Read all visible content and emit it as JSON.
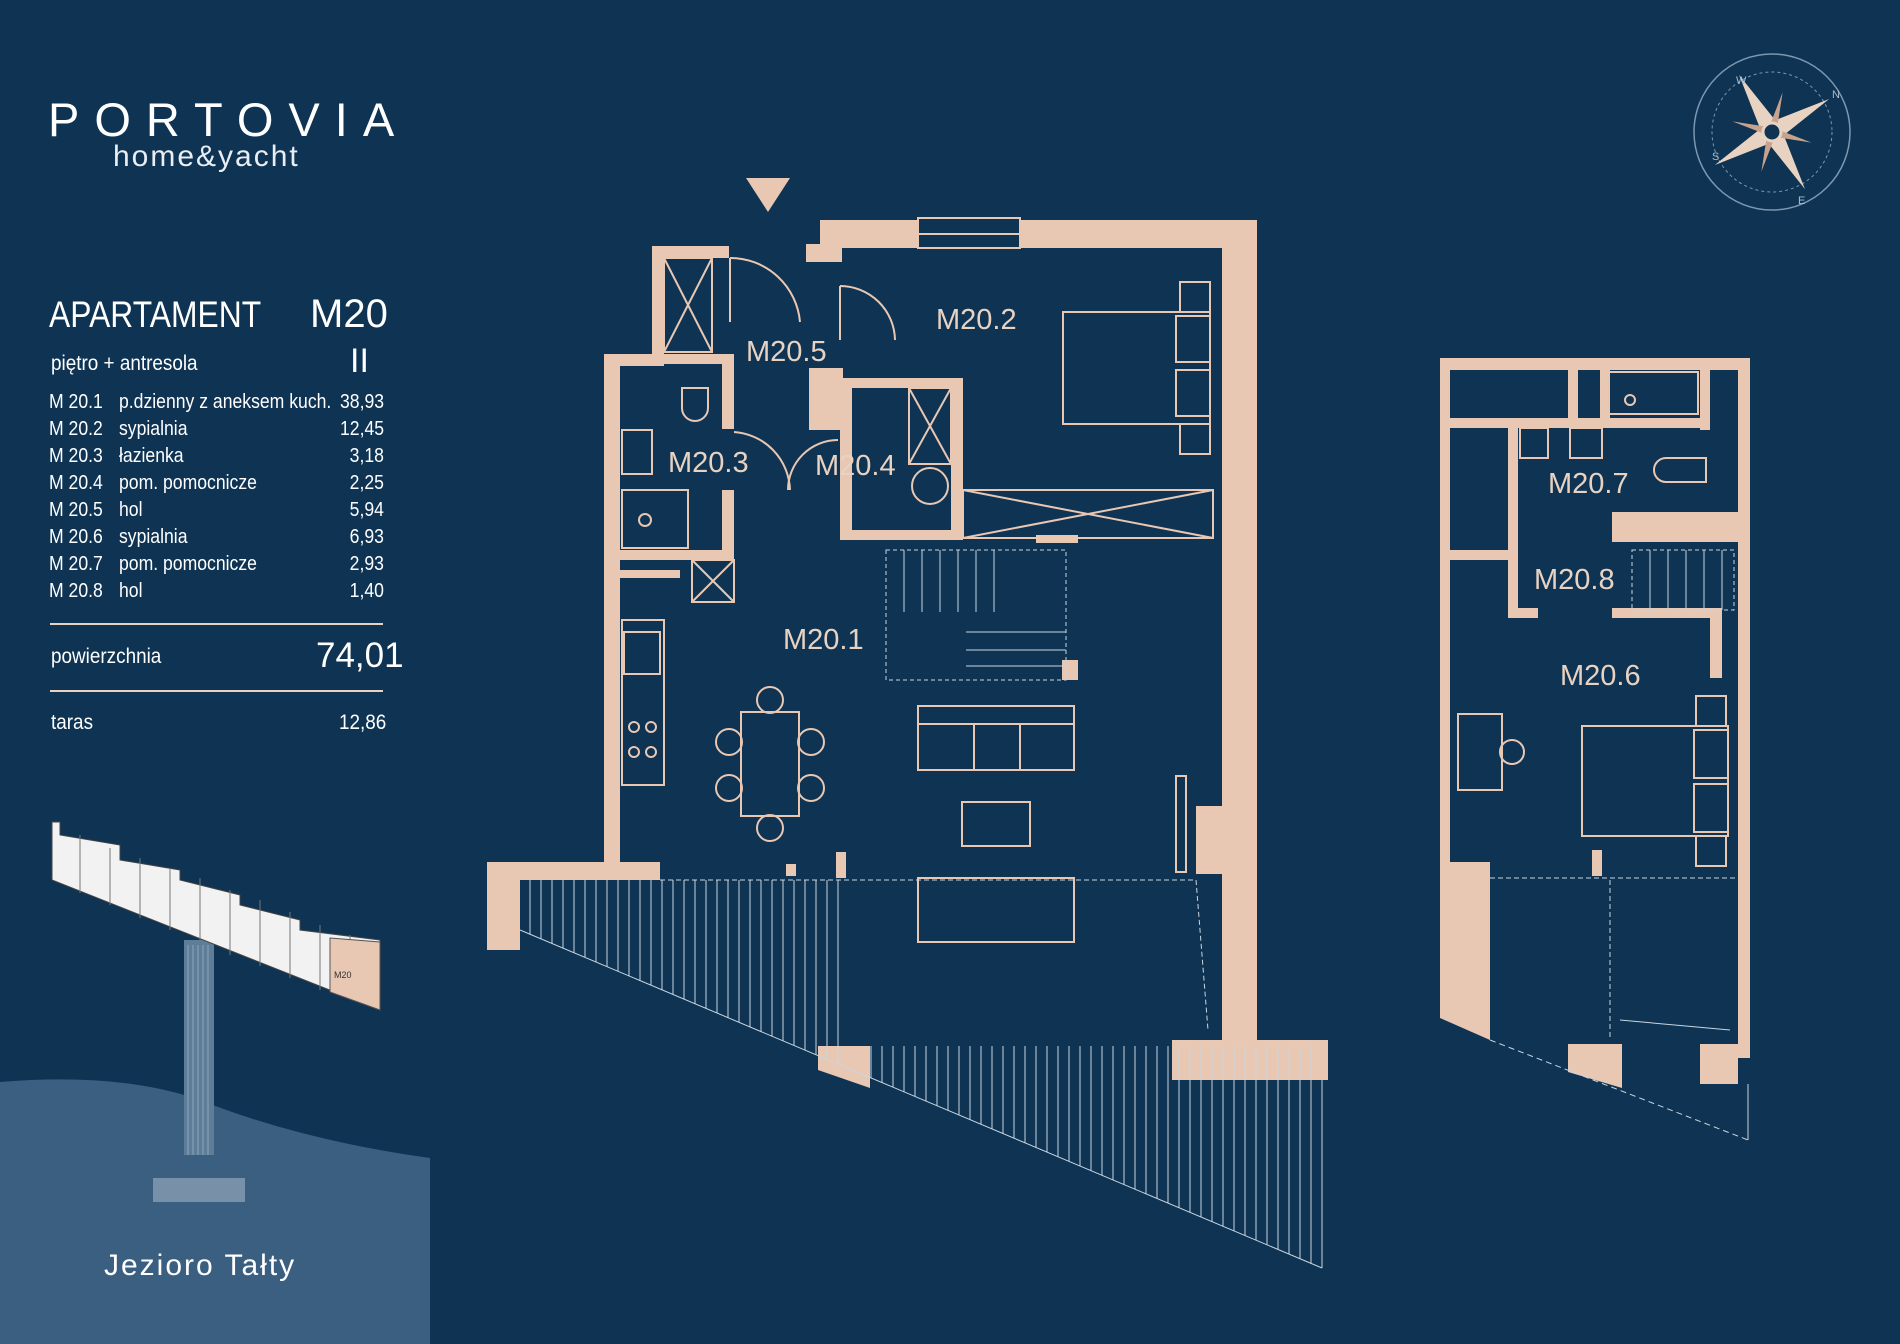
{
  "brand": {
    "name": "PORTOVIA",
    "tagline": "home&yacht"
  },
  "apartment": {
    "label": "APARTAMENT",
    "code": "M20",
    "floor_label": "piętro + antresola",
    "floor_roman": "II"
  },
  "rooms": [
    {
      "id": "M 20.1",
      "name": "p.dzienny z aneksem kuch.",
      "area": "38,93"
    },
    {
      "id": "M 20.2",
      "name": "sypialnia",
      "area": "12,45"
    },
    {
      "id": "M 20.3",
      "name": "łazienka",
      "area": "3,18"
    },
    {
      "id": "M 20.4",
      "name": "pom. pomocnicze",
      "area": "2,25"
    },
    {
      "id": "M 20.5",
      "name": "hol",
      "area": "5,94"
    },
    {
      "id": "M 20.6",
      "name": "sypialnia",
      "area": "6,93"
    },
    {
      "id": "M 20.7",
      "name": "pom. pomocnicze",
      "area": "2,93"
    },
    {
      "id": "M 20.8",
      "name": "hol",
      "area": "1,40"
    }
  ],
  "totals": {
    "area_label": "powierzchnia",
    "area_value": "74,01",
    "terrace_label": "taras",
    "terrace_value": "12,86"
  },
  "plan_labels": {
    "m20_1": "M20.1",
    "m20_2": "M20.2",
    "m20_3": "M20.3",
    "m20_4": "M20.4",
    "m20_5": "M20.5",
    "m20_6": "M20.6",
    "m20_7": "M20.7",
    "m20_8": "M20.8"
  },
  "site_map": {
    "highlight": "M20",
    "lake_name": "Jezioro Tałty"
  },
  "compass": {
    "n": "N",
    "s": "S",
    "e": "E",
    "w": "W"
  },
  "colors": {
    "background": "#0e3353",
    "wall": "#e8c7b3",
    "lake": "#3a5f80",
    "text": "#ffffff"
  }
}
